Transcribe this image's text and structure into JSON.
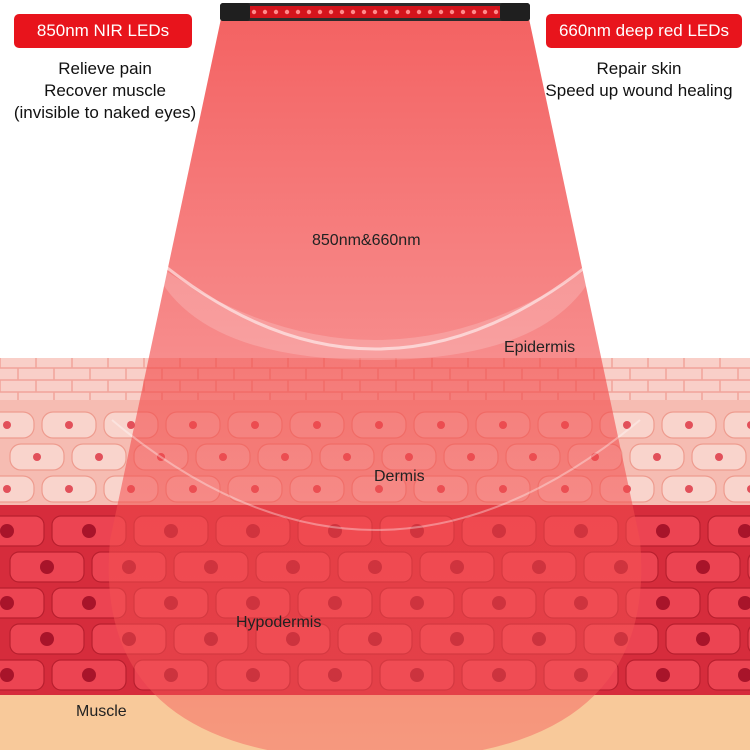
{
  "badges": {
    "left": "850nm NIR LEDs",
    "right": "660nm deep red LEDs"
  },
  "benefits": {
    "left": [
      "Relieve pain",
      "Recover muscle",
      "(invisible to naked eyes)"
    ],
    "right": [
      "Repair skin",
      "Speed up wound healing"
    ]
  },
  "beam_label": "850nm&660nm",
  "layers": {
    "epidermis": "Epidermis",
    "dermis": "Dermis",
    "hypodermis": "Hypodermis",
    "muscle": "Muscle"
  },
  "colors": {
    "badge": "#e8141c",
    "epidermis": "#f9cfc8",
    "dermis": "#f6bcb2",
    "hypodermis": "#e0303f",
    "muscle": "#f8c99a",
    "beam": "#f23a3a"
  }
}
